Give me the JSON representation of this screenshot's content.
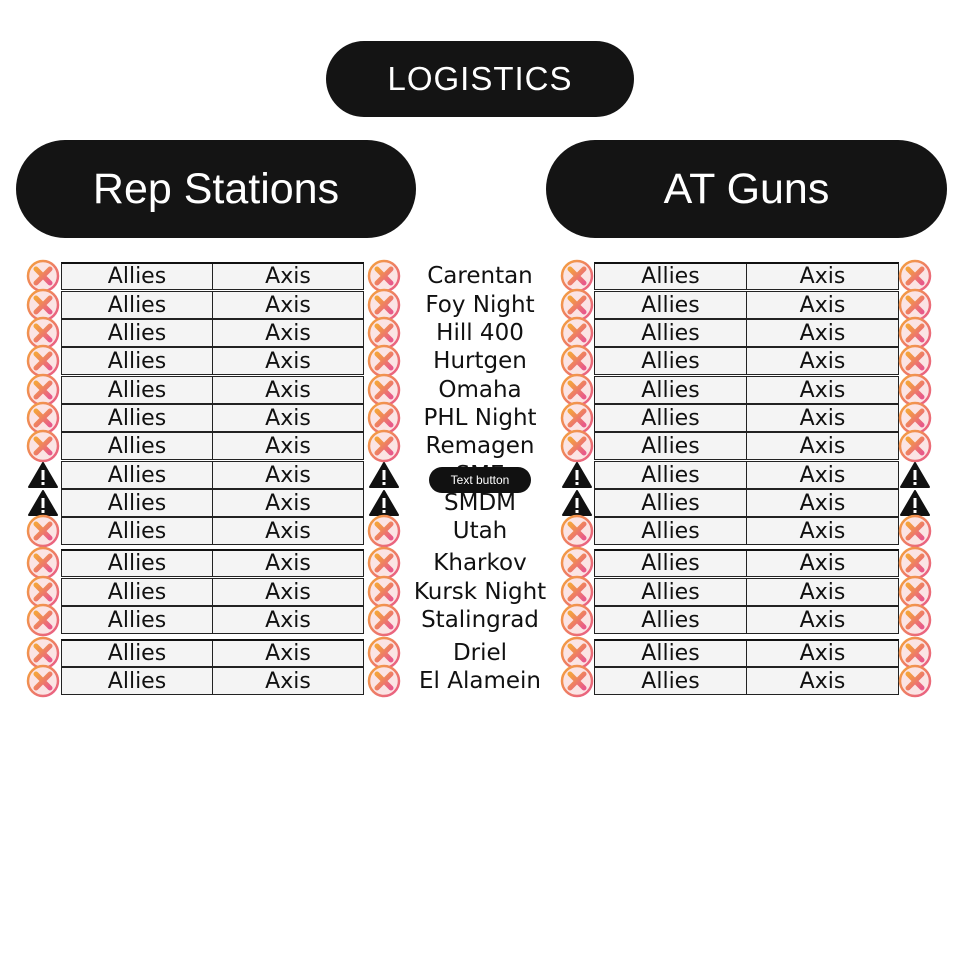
{
  "title": "LOGISTICS",
  "sections": {
    "left": "Rep Stations",
    "right": "AT Guns"
  },
  "text_button_label": "Text button",
  "columns": {
    "allies": "Allies",
    "axis": "Axis"
  },
  "maps": [
    {
      "name": "Carentan",
      "status": "x"
    },
    {
      "name": "Foy Night",
      "status": "x"
    },
    {
      "name": "Hill 400",
      "status": "x"
    },
    {
      "name": "Hurtgen",
      "status": "x"
    },
    {
      "name": "Omaha",
      "status": "x"
    },
    {
      "name": "PHL Night",
      "status": "x"
    },
    {
      "name": "Remagen",
      "status": "x"
    },
    {
      "name": "SME",
      "status": "warning"
    },
    {
      "name": "SMDM",
      "status": "warning"
    },
    {
      "name": "Utah",
      "status": "x"
    },
    {
      "name": "Kharkov",
      "status": "x"
    },
    {
      "name": "Kursk Night",
      "status": "x"
    },
    {
      "name": "Stalingrad",
      "status": "x"
    },
    {
      "name": "Driel",
      "status": "x"
    },
    {
      "name": "El Alamein",
      "status": "x"
    }
  ],
  "colors": {
    "pill_bg": "#141414",
    "x_icon_gradient": [
      "#f4a33c",
      "#e85a8a"
    ],
    "warning_icon": "#111111"
  }
}
